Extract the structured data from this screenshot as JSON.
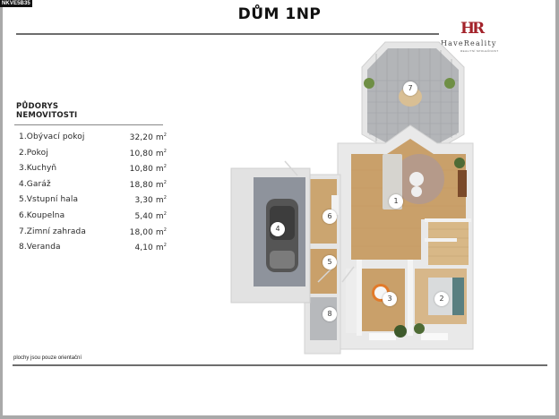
{
  "code_badge": "NKVE5B35",
  "title": "DŮM 1NP",
  "logo": {
    "mark": "HR",
    "name": "HaveReality",
    "subtitle": "REALITNÍ SPOLEČNOST",
    "brand_color": "#a3222a"
  },
  "section": {
    "heading_line1": "PŮDORYS",
    "heading_line2": "NEMOVITOSTI"
  },
  "rooms": [
    {
      "number": "1",
      "label": "1.Obývací pokoj",
      "area": "32,20 m",
      "unit_sup": "2"
    },
    {
      "number": "2",
      "label": "2.Pokoj",
      "area": "10,80 m",
      "unit_sup": "2"
    },
    {
      "number": "3",
      "label": "3.Kuchyň",
      "area": "10,80 m",
      "unit_sup": "2"
    },
    {
      "number": "4",
      "label": "4.Garáž",
      "area": "18,80 m",
      "unit_sup": "2"
    },
    {
      "number": "5",
      "label": "5.Vstupní hala",
      "area": "3,30 m",
      "unit_sup": "2"
    },
    {
      "number": "6",
      "label": "6.Koupelna",
      "area": "5,40 m",
      "unit_sup": "2"
    },
    {
      "number": "7",
      "label": "7.Zimní zahrada",
      "area": "18,00 m",
      "unit_sup": "2"
    },
    {
      "number": "8",
      "label": "8.Veranda",
      "area": "4,10 m",
      "unit_sup": "2"
    }
  ],
  "footnote": "plochy jsou pouze orientační",
  "floorplan_markers": {
    "m1": "1",
    "m2": "2",
    "m3": "3",
    "m4": "4",
    "m5": "5",
    "m6": "6",
    "m7": "7",
    "m8": "8"
  },
  "colors": {
    "wood_floor": "#c9a06a",
    "tile_floor": "#a7a9ac",
    "garage_floor": "#8e939c",
    "walls": "#e4e4e4",
    "rule": "#6d6d6d"
  }
}
